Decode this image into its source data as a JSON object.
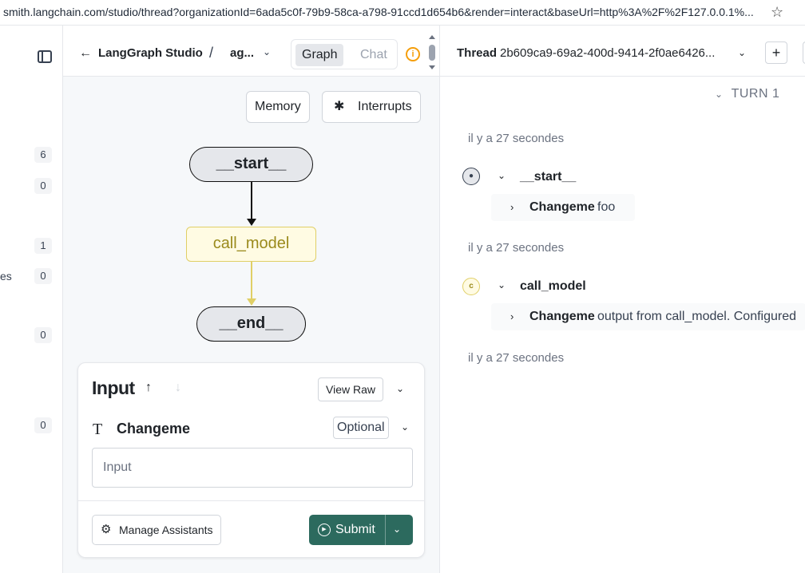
{
  "browser": {
    "url": "smith.langchain.com/studio/thread?organizationId=6ada5c0f-79b9-58ca-a798-91ccd1d654b6&render=interact&baseUrl=http%3A%2F%2F127.0.0.1%...",
    "star_icon": "star-icon"
  },
  "left_strip": {
    "counts": [
      "6",
      "0",
      "1",
      "0",
      "0",
      "0"
    ],
    "cut_label": "es"
  },
  "header": {
    "back_icon": "arrow-left-icon",
    "app_title": "LangGraph Studio",
    "separator": "/",
    "graph_name": "ag...",
    "view_tabs": [
      "Graph",
      "Chat"
    ],
    "active_tab": "Graph"
  },
  "graph_toolbar": {
    "memory_label": "Memory",
    "interrupts_label": "Interrupts"
  },
  "graph": {
    "nodes": [
      "__start__",
      "call_model",
      "__end__"
    ]
  },
  "input_panel": {
    "title": "Input",
    "view_raw_label": "View Raw",
    "field_label": "Changeme",
    "optional_label": "Optional",
    "input_placeholder": "Input",
    "manage_assistants_label": "Manage Assistants",
    "submit_label": "Submit"
  },
  "thread": {
    "label": "Thread",
    "id": "2b609ca9-69a2-400d-9414-2f0ae6426...",
    "turn_label": "TURN 1",
    "events": [
      {
        "time": "il y a 27 secondes",
        "name": "__start__",
        "icon": "user-icon",
        "field": "Changeme",
        "value": "foo"
      },
      {
        "time": "il y a 27 secondes",
        "name": "call_model",
        "icon": "model-icon",
        "icon_letter": "c",
        "field": "Changeme",
        "value": "output from call_model. Configured"
      }
    ],
    "last_time": "il y a 27 secondes"
  },
  "colors": {
    "accent": "#2c6a5e",
    "model_node_border": "#e0cf66",
    "model_node_text": "#9a8a1c",
    "warning": "#f59e0b"
  }
}
